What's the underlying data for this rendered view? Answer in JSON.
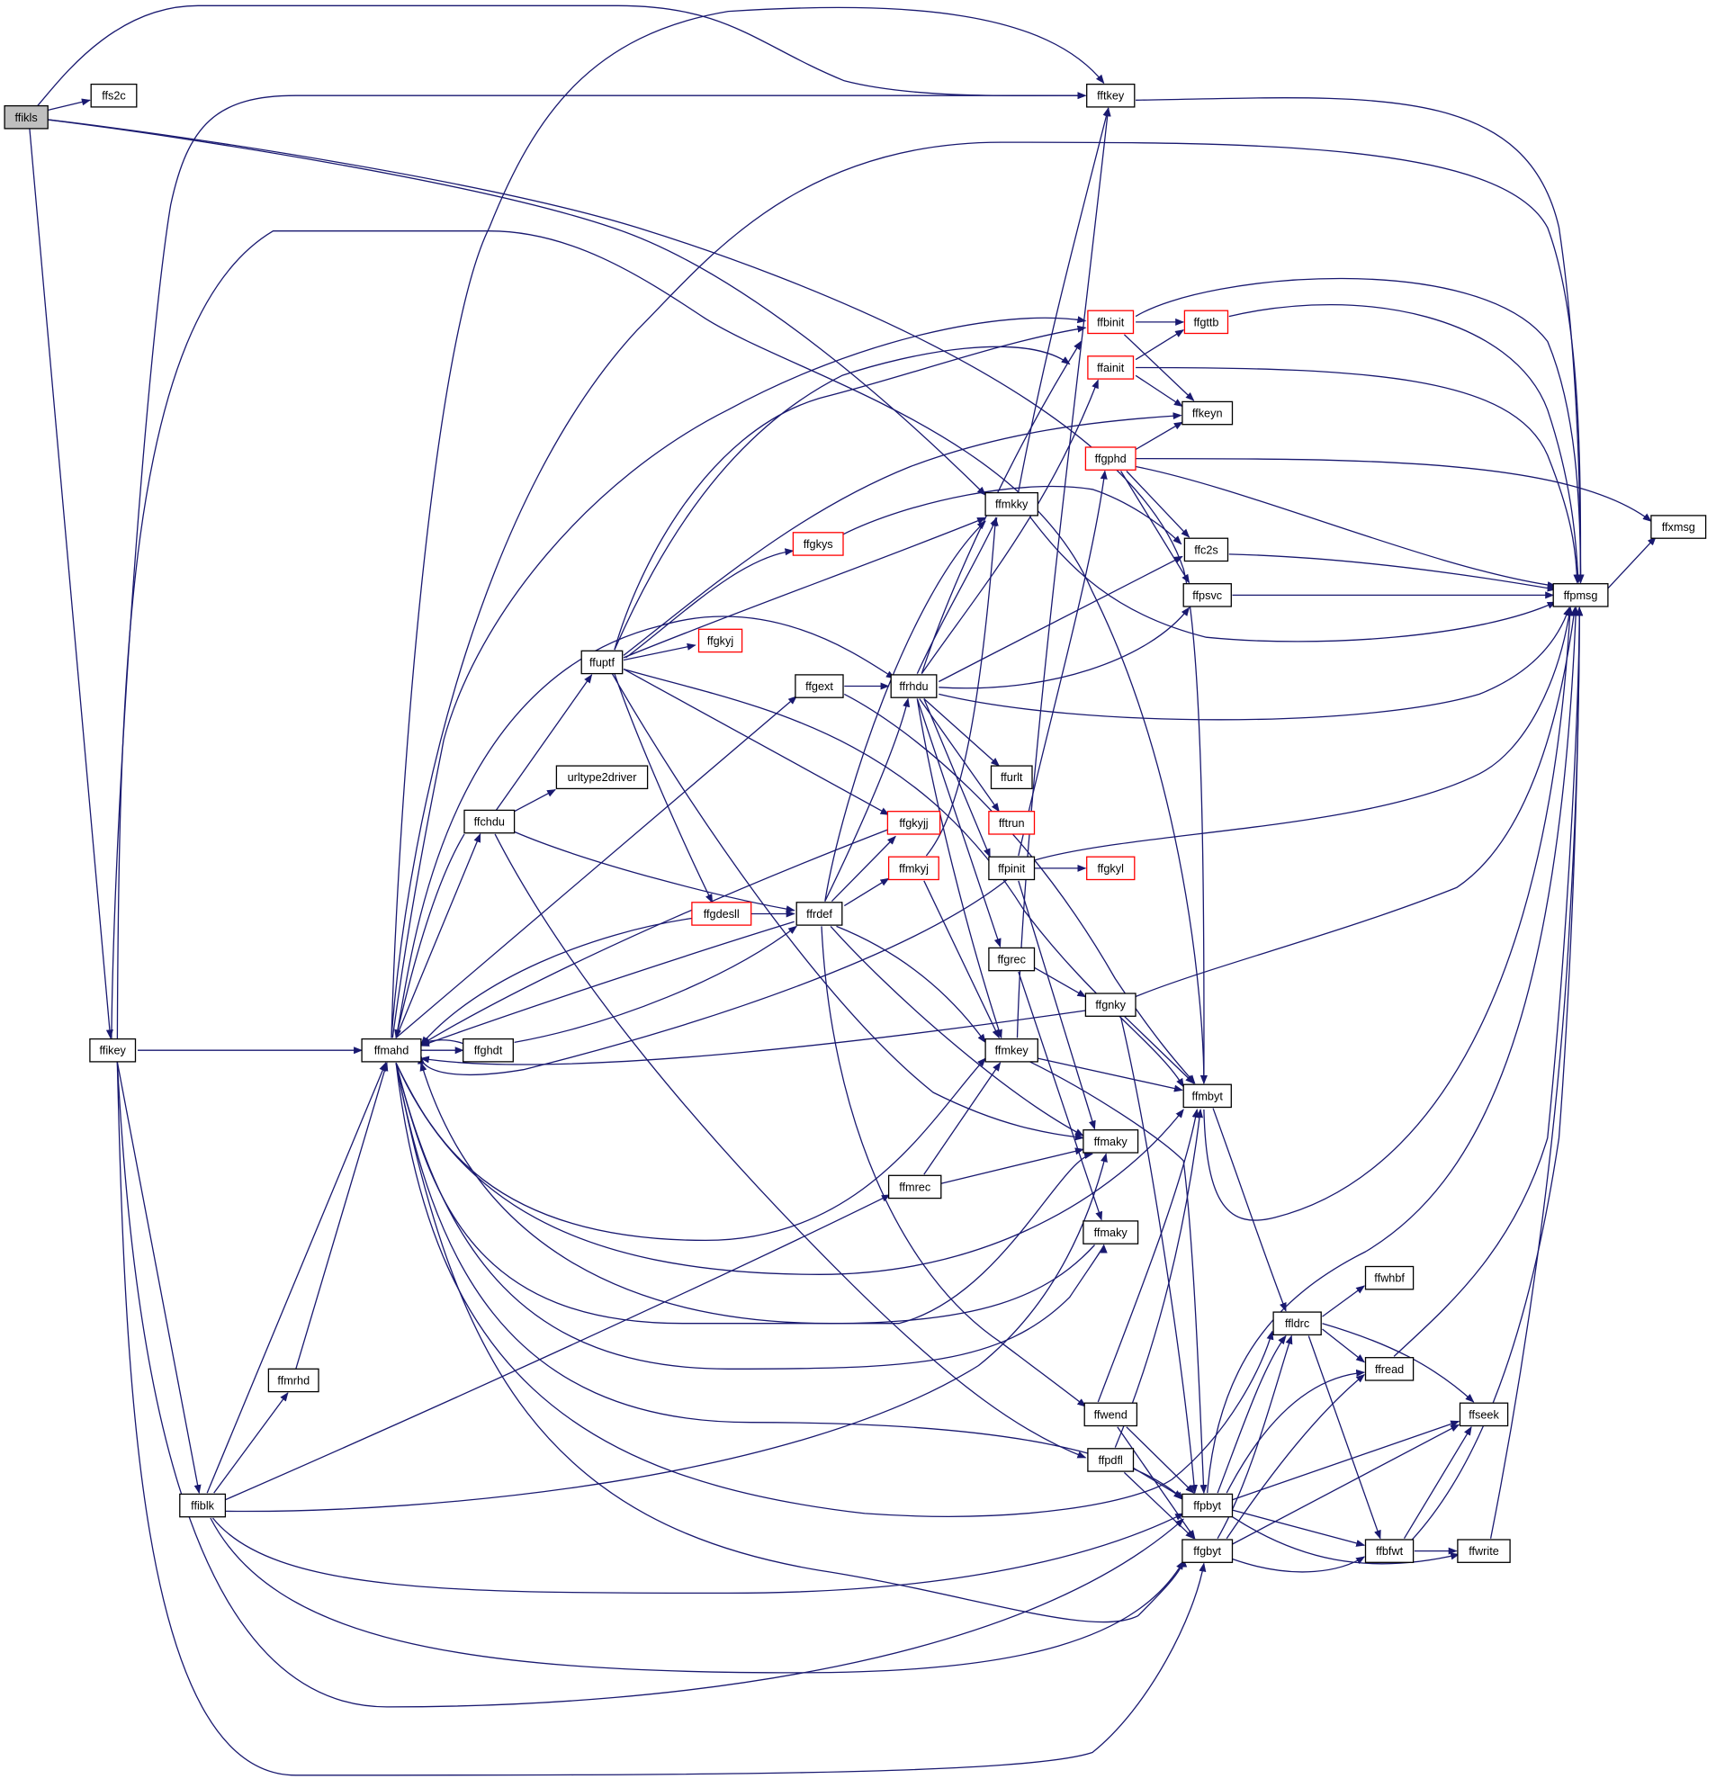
{
  "graph": {
    "type": "call-graph",
    "root": "ffikls",
    "colors": {
      "edge": "#191970",
      "node_border": "#000000",
      "incomplete_node_border": "#ff0000",
      "root_fill": "#bfbfbf",
      "node_fill": "#ffffff",
      "label": "#000000"
    },
    "nodes": [
      {
        "id": "ffikls",
        "label": "ffikls",
        "style": "root"
      },
      {
        "id": "ffs2c",
        "label": "ffs2c",
        "style": "normal"
      },
      {
        "id": "fftkey",
        "label": "fftkey",
        "style": "normal"
      },
      {
        "id": "ffpmsg",
        "label": "ffpmsg",
        "style": "normal"
      },
      {
        "id": "ffxmsg",
        "label": "ffxmsg",
        "style": "normal"
      },
      {
        "id": "ffbinit",
        "label": "ffbinit",
        "style": "incomplete"
      },
      {
        "id": "ffgttb",
        "label": "ffgttb",
        "style": "incomplete"
      },
      {
        "id": "ffainit",
        "label": "ffainit",
        "style": "incomplete"
      },
      {
        "id": "ffkeyn",
        "label": "ffkeyn",
        "style": "normal"
      },
      {
        "id": "ffgphd",
        "label": "ffgphd",
        "style": "incomplete"
      },
      {
        "id": "ffmkky",
        "label": "ffmkky",
        "style": "normal"
      },
      {
        "id": "ffgkys",
        "label": "ffgkys",
        "style": "incomplete"
      },
      {
        "id": "ffc2s",
        "label": "ffc2s",
        "style": "normal"
      },
      {
        "id": "ffpsvc",
        "label": "ffpsvc",
        "style": "normal"
      },
      {
        "id": "ffgkyj",
        "label": "ffgkyj",
        "style": "incomplete"
      },
      {
        "id": "ffuptf",
        "label": "ffuptf",
        "style": "normal"
      },
      {
        "id": "ffgext",
        "label": "ffgext",
        "style": "normal"
      },
      {
        "id": "ffrhdu",
        "label": "ffrhdu",
        "style": "normal"
      },
      {
        "id": "urltype2driver",
        "label": "urltype2driver",
        "style": "normal"
      },
      {
        "id": "ffurlt",
        "label": "ffurlt",
        "style": "normal"
      },
      {
        "id": "ffchdu",
        "label": "ffchdu",
        "style": "normal"
      },
      {
        "id": "fftrun",
        "label": "fftrun",
        "style": "incomplete"
      },
      {
        "id": "ffgkyjj",
        "label": "ffgkyjj",
        "style": "incomplete"
      },
      {
        "id": "ffmkyj",
        "label": "ffmkyj",
        "style": "incomplete"
      },
      {
        "id": "ffpinit",
        "label": "ffpinit",
        "style": "normal"
      },
      {
        "id": "ffgkyl",
        "label": "ffgkyl",
        "style": "incomplete"
      },
      {
        "id": "ffgdesll",
        "label": "ffgdesll",
        "style": "incomplete"
      },
      {
        "id": "ffrdef",
        "label": "ffrdef",
        "style": "normal"
      },
      {
        "id": "ffgrec",
        "label": "ffgrec",
        "style": "normal"
      },
      {
        "id": "ffgnky",
        "label": "ffgnky",
        "style": "normal"
      },
      {
        "id": "ffikey",
        "label": "ffikey",
        "style": "normal"
      },
      {
        "id": "ffmahd",
        "label": "ffmahd",
        "style": "normal"
      },
      {
        "id": "ffghdt",
        "label": "ffghdt",
        "style": "normal"
      },
      {
        "id": "ffmkey",
        "label": "ffmkey",
        "style": "normal"
      },
      {
        "id": "ffmbyt",
        "label": "ffmbyt",
        "style": "normal"
      },
      {
        "id": "ffmaky",
        "label": "ffmaky",
        "style": "normal"
      },
      {
        "id": "ffmrec",
        "label": "ffmrec",
        "style": "normal"
      },
      {
        "id": "ffmaky2",
        "label": "ffmaky",
        "style": "normal"
      },
      {
        "id": "ffwhbf",
        "label": "ffwhbf",
        "style": "normal"
      },
      {
        "id": "ffldrc",
        "label": "ffldrc",
        "style": "normal"
      },
      {
        "id": "ffread",
        "label": "ffread",
        "style": "normal"
      },
      {
        "id": "ffmrhd",
        "label": "ffmrhd",
        "style": "normal"
      },
      {
        "id": "ffseek",
        "label": "ffseek",
        "style": "normal"
      },
      {
        "id": "ffwend",
        "label": "ffwend",
        "style": "normal"
      },
      {
        "id": "ffpdfl",
        "label": "ffpdfl",
        "style": "normal"
      },
      {
        "id": "ffiblk",
        "label": "ffiblk",
        "style": "normal"
      },
      {
        "id": "ffpbyt",
        "label": "ffpbyt",
        "style": "normal"
      },
      {
        "id": "ffbfwt",
        "label": "ffbfwt",
        "style": "normal"
      },
      {
        "id": "ffwrite",
        "label": "ffwrite",
        "style": "normal"
      },
      {
        "id": "ffgbyt",
        "label": "ffgbyt",
        "style": "normal"
      }
    ]
  }
}
